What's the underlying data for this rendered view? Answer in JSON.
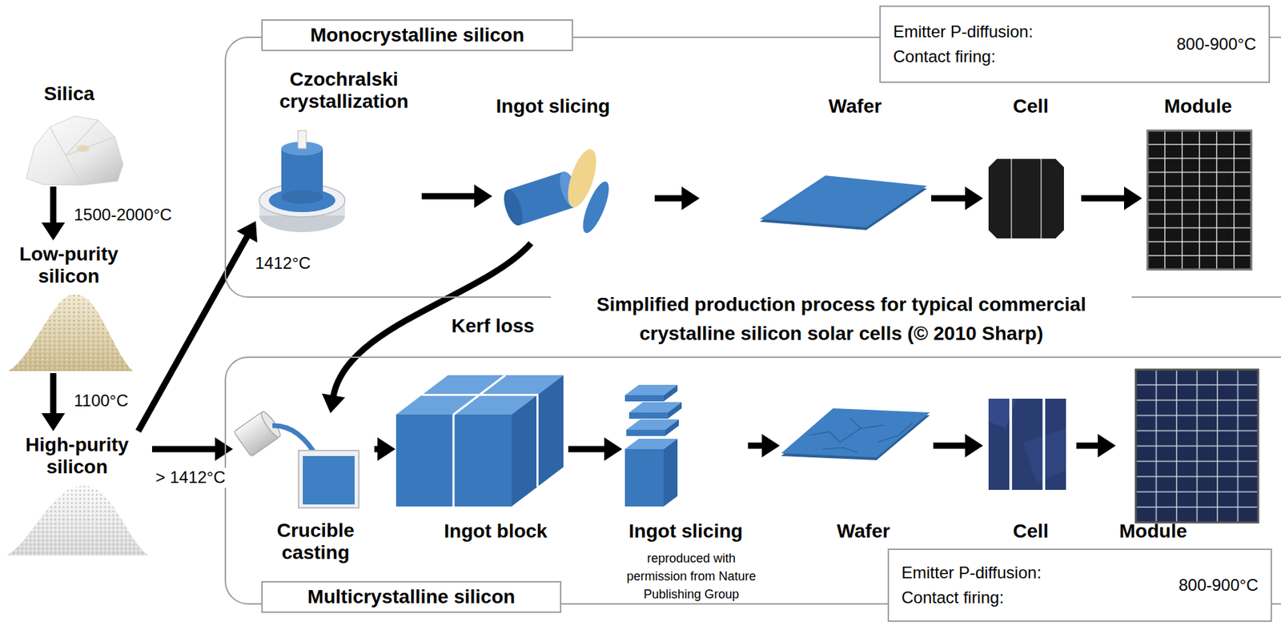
{
  "diagram": {
    "title": "Simplified production process for typical commercial crystalline silicon solar cells (© 2010 Sharp)",
    "nodes": [
      {
        "text": [
          "Silica"
        ]
      },
      {
        "text": [
          "Low-purity silicon"
        ]
      },
      {
        "text": [
          "High-purity silicon"
        ]
      },
      {
        "text": [
          "Monocrystalline silicon"
        ]
      },
      {
        "text": [
          "Emitter P-diffusion: Contact firing:",
          "800-900°C"
        ],
        "in": 3
      },
      {
        "text": [
          "Czochralski crystallization"
        ],
        "in": 3
      },
      {
        "text": [
          "Ingot slicing"
        ],
        "in": 3
      },
      {
        "text": [
          "Wafer"
        ],
        "in": 3
      },
      {
        "text": [
          "Cell"
        ],
        "in": 3
      },
      {
        "text": [
          "Module"
        ],
        "in": 3
      },
      {
        "text": [
          "Multicrystalline silicon"
        ]
      },
      {
        "text": [
          "Crucible casting"
        ],
        "in": 10
      },
      {
        "text": [
          "Ingot block"
        ],
        "in": 10
      },
      {
        "text": [
          "Ingot slicing"
        ],
        "in": 10
      },
      {
        "text": [
          "Wafer"
        ],
        "in": 10
      },
      {
        "text": [
          "Cell"
        ],
        "in": 10
      },
      {
        "text": [
          "Module"
        ],
        "in": 10
      },
      {
        "text": [
          "Emitter P-diffusion: Contact firing:",
          "800-900°C"
        ],
        "in": 10
      }
    ],
    "edges": [
      {
        "from": 0,
        "to": 1,
        "arrow": "to",
        "label": "1500-2000°C"
      },
      {
        "from": 1,
        "to": 2,
        "arrow": "to",
        "label": "1100°C"
      },
      {
        "from": 2,
        "to": 5,
        "arrow": "to",
        "label": "1412°C"
      },
      {
        "from": 2,
        "to": 11,
        "arrow": "to",
        "label": "> 1412°C"
      },
      {
        "from": 5,
        "to": 6,
        "arrow": "to"
      },
      {
        "from": 6,
        "to": 7,
        "arrow": "to"
      },
      {
        "from": 7,
        "to": 8,
        "arrow": "to"
      },
      {
        "from": 8,
        "to": 9,
        "arrow": "to"
      },
      {
        "from": 6,
        "to": 11,
        "arrow": "to",
        "label": "Kerf loss"
      },
      {
        "from": 11,
        "to": 12,
        "arrow": "to"
      },
      {
        "from": 12,
        "to": 13,
        "arrow": "to"
      },
      {
        "from": 13,
        "to": 14,
        "arrow": "to"
      },
      {
        "from": 14,
        "to": 15,
        "arrow": "to"
      },
      {
        "from": 15,
        "to": 16,
        "arrow": "to"
      }
    ],
    "labels": [
      "reproduced with permission from Nature Publishing Group"
    ]
  }
}
